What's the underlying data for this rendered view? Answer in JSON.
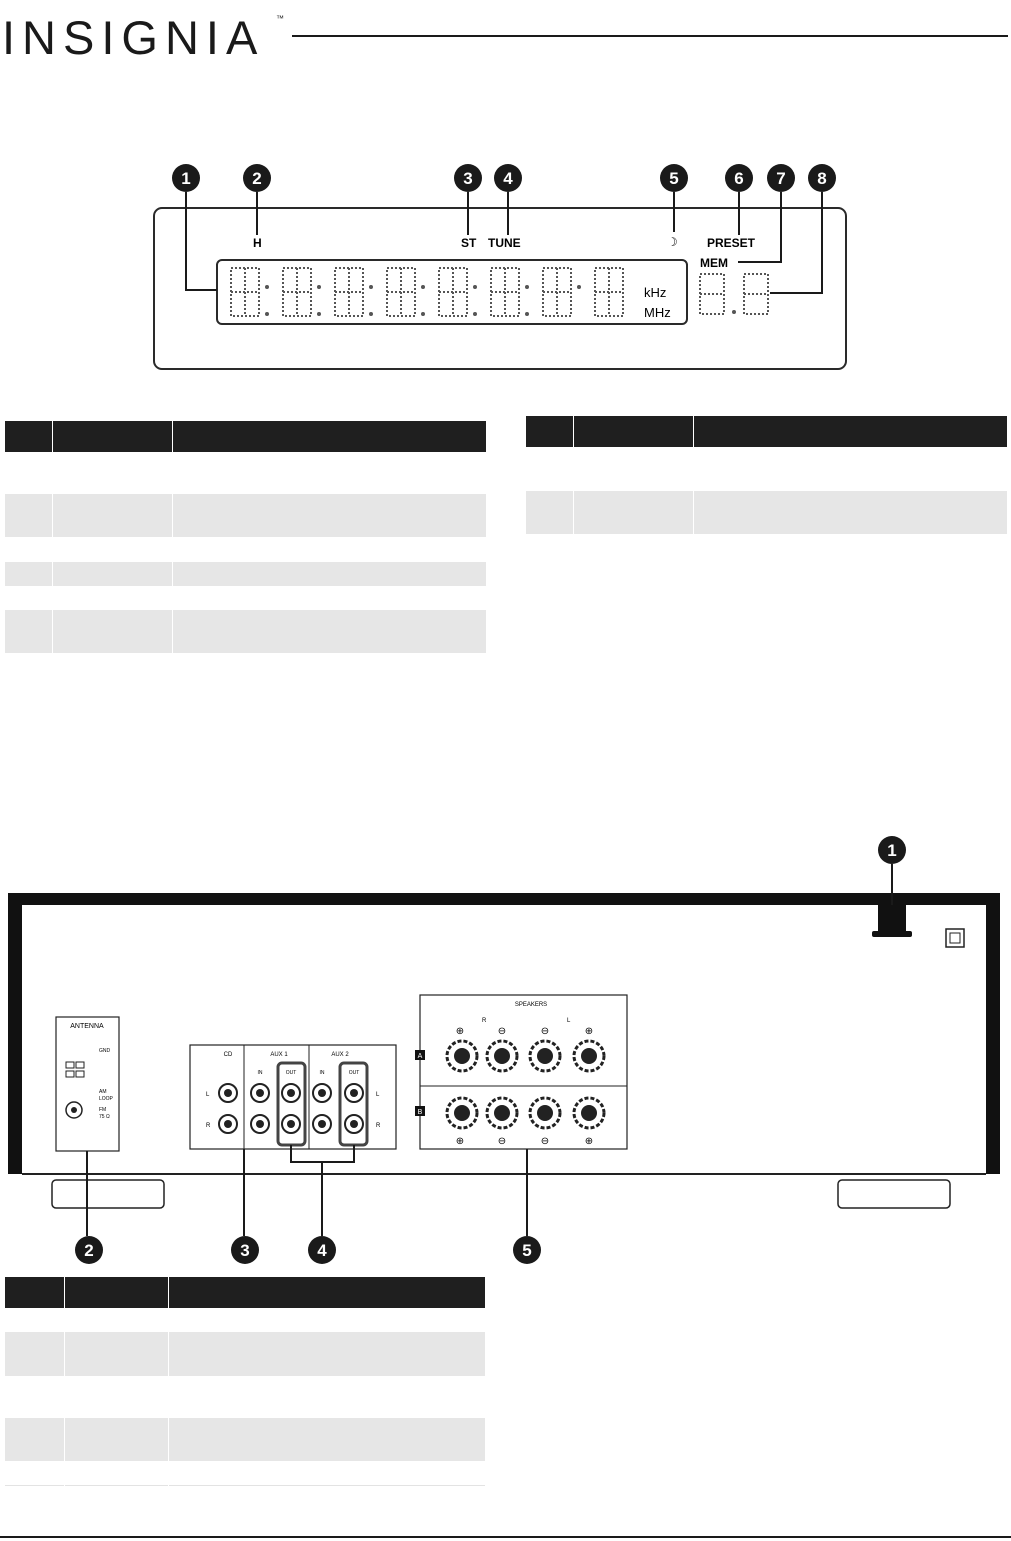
{
  "header": {
    "brand": "INSIGNIA",
    "trademark": "™"
  },
  "display_diagram": {
    "callouts": [
      "1",
      "2",
      "3",
      "4",
      "5",
      "6",
      "7",
      "8"
    ],
    "indicators": {
      "h": "H",
      "st": "ST",
      "tune": "TUNE",
      "preset": "PRESET",
      "mem": "MEM",
      "khz": "kHz",
      "mhz": "MHz"
    }
  },
  "display_table_left": {
    "columns": [
      "",
      "",
      ""
    ],
    "rows": [
      [
        "",
        "",
        ""
      ],
      [
        "",
        "",
        ""
      ],
      [
        "",
        "",
        ""
      ],
      [
        "",
        "",
        ""
      ],
      [
        "",
        "",
        ""
      ]
    ]
  },
  "display_table_right": {
    "columns": [
      "",
      "",
      ""
    ],
    "rows": [
      [
        "",
        "",
        ""
      ],
      [
        "",
        "",
        ""
      ]
    ]
  },
  "back_panel": {
    "callouts": [
      "1",
      "2",
      "3",
      "4",
      "5"
    ],
    "antenna": {
      "title": "ANTENNA",
      "gnd": "GND",
      "am_loop_1": "AM",
      "am_loop_2": "LOOP",
      "fm_1": "FM",
      "fm_2": "75 Ω"
    },
    "inputs": {
      "cd": "CD",
      "aux1": "AUX 1",
      "aux2": "AUX 2",
      "in1": "IN",
      "out1": "OUT",
      "in2": "IN",
      "out2": "OUT",
      "l_left": "L",
      "r_left": "R",
      "l_right": "L",
      "r_right": "R"
    },
    "speakers": {
      "title": "SPEAKERS",
      "r": "R",
      "l": "L",
      "a": "A",
      "b": "B"
    }
  },
  "back_table": {
    "columns": [
      "",
      "",
      ""
    ],
    "rows": [
      [
        "",
        "",
        ""
      ],
      [
        "",
        "",
        ""
      ],
      [
        "",
        "",
        ""
      ],
      [
        "",
        "",
        ""
      ],
      [
        "",
        "",
        ""
      ],
      [
        "",
        "",
        ""
      ]
    ]
  }
}
